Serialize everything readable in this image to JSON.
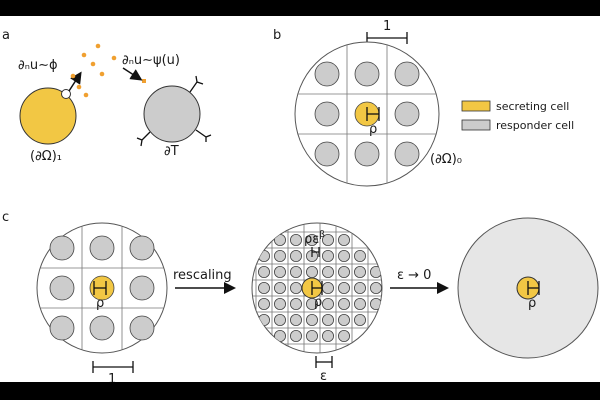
{
  "panels": {
    "a": {
      "label": "a",
      "secreting_flux": "∂ₙu∼ϕ",
      "responder_flux": "∂ₙu∼ψ(u)",
      "secreting_boundary": "(∂Ω)₁",
      "responder_boundary": "∂T"
    },
    "b": {
      "label": "b",
      "spacing_label": "1",
      "radius_label": "ρ",
      "domain_boundary": "(∂Ω)₀"
    },
    "c": {
      "label": "c",
      "spacing_label": "1",
      "radius_label_left": "ρ",
      "rescaling_label": "rescaling",
      "small_radius_label": "ρε",
      "small_radius_exponent": "β",
      "radius_label_mid": "ρ",
      "epsilon_label": "ε",
      "limit_label": "ε → 0",
      "radius_label_right": "ρ"
    }
  },
  "legend": [
    {
      "label": "secreting cell",
      "color": "#f2c744"
    },
    {
      "label": "responder cell",
      "color": "#cccccc"
    }
  ],
  "colors": {
    "secreting": "#f2c744",
    "responder": "#cccccc",
    "domain_fill": "#e6e6e6",
    "particles": "#f0a030"
  }
}
